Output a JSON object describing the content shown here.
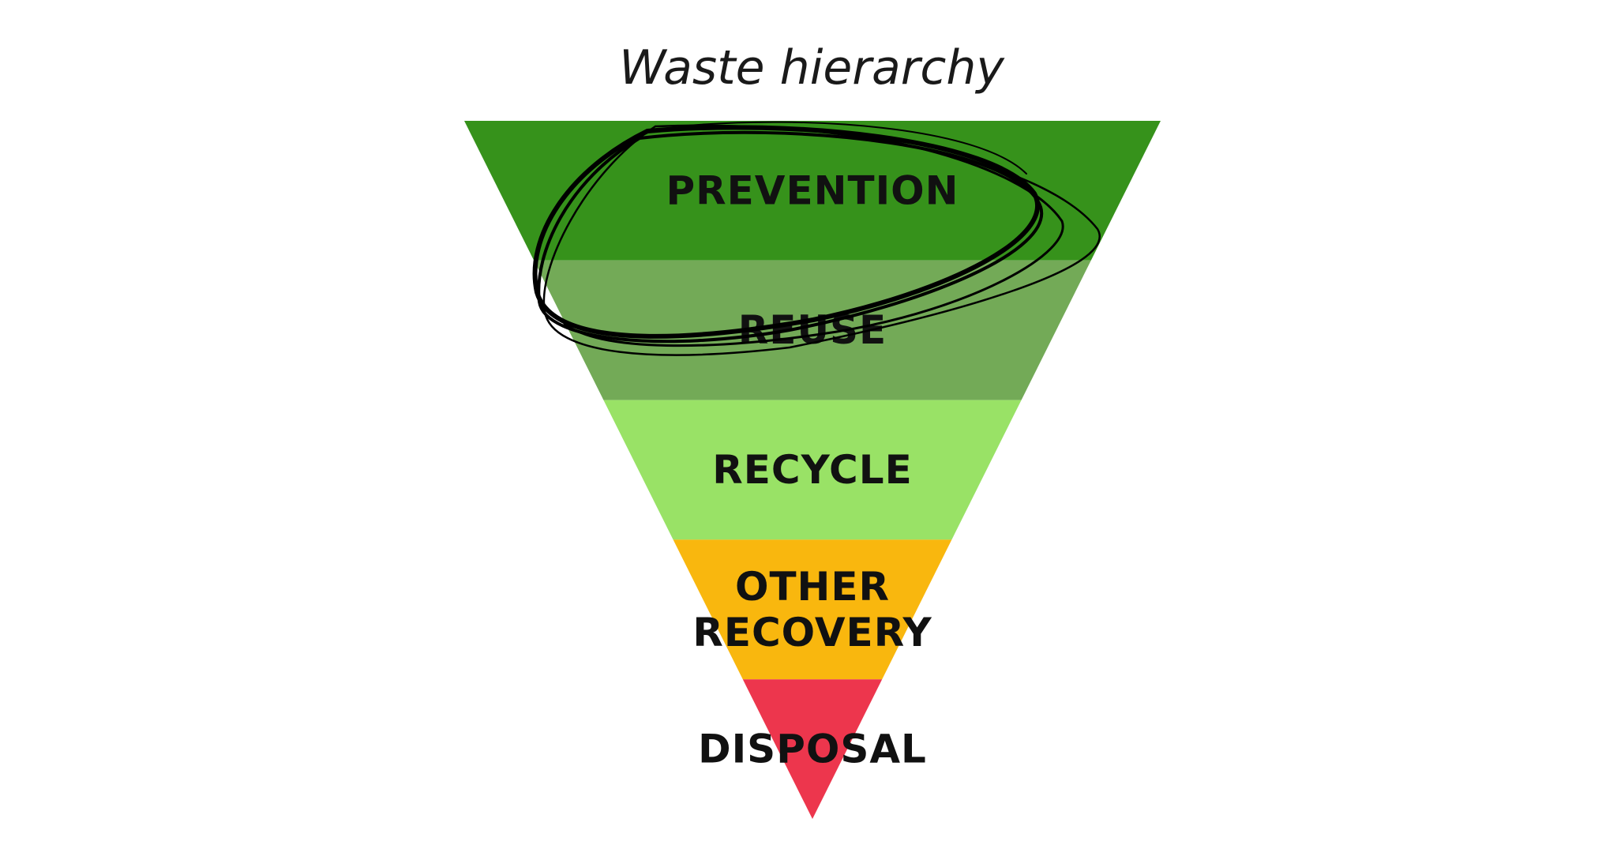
{
  "title": "Waste hierarchy",
  "levels": [
    {
      "id": "prevention",
      "lines": [
        "PREVENTION"
      ],
      "color": "#36921b"
    },
    {
      "id": "reuse",
      "lines": [
        "REUSE"
      ],
      "color": "#73aa57"
    },
    {
      "id": "recycle",
      "lines": [
        "RECYCLE"
      ],
      "color": "#99e266"
    },
    {
      "id": "other-recovery",
      "lines": [
        "OTHER",
        "RECOVERY"
      ],
      "color": "#f9b70e"
    },
    {
      "id": "disposal",
      "lines": [
        "DISPOSAL"
      ],
      "color": "#ed364d"
    }
  ],
  "highlight": {
    "marker": "hand-drawn-circle",
    "covers": [
      "prevention",
      "reuse"
    ],
    "color": "#000000"
  }
}
